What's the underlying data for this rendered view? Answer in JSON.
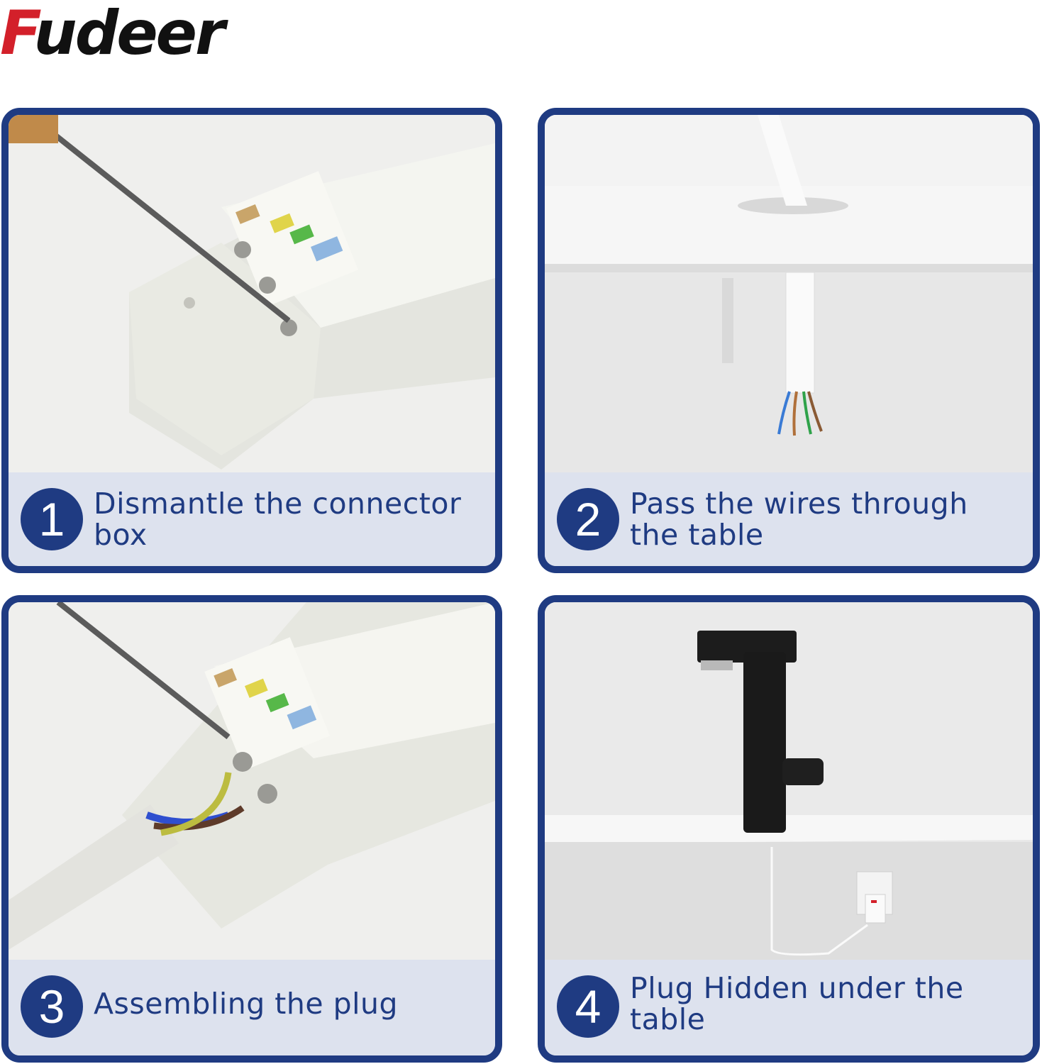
{
  "brand": {
    "logo_first": "F",
    "logo_rest": "udeer"
  },
  "steps": [
    {
      "number": "1",
      "caption": "Dismantle the connector box"
    },
    {
      "number": "2",
      "caption": "Pass the wires through the table"
    },
    {
      "number": "3",
      "caption": "Assembling the plug"
    },
    {
      "number": "4",
      "caption": "Plug Hidden under the table"
    }
  ],
  "colors": {
    "accent": "#1f3b82",
    "brand_red": "#d3202a",
    "band": "#dde2ee"
  }
}
